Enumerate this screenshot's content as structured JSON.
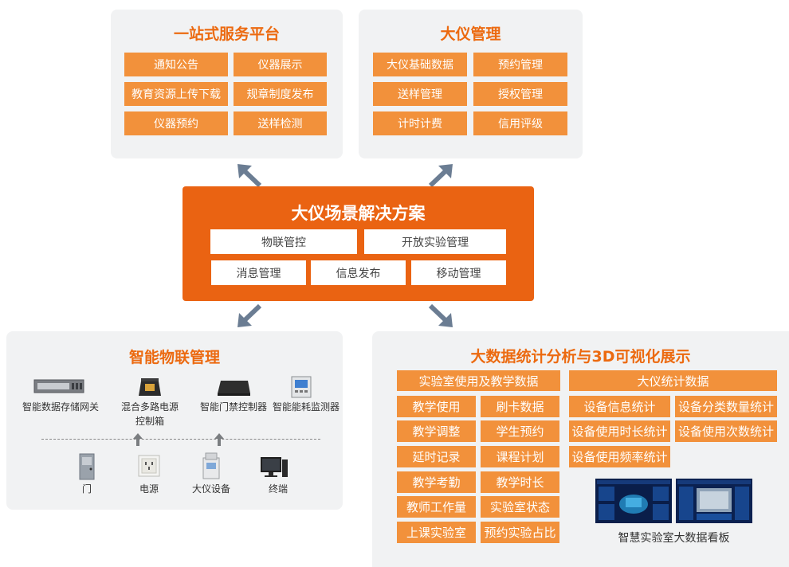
{
  "platform": {
    "title": "一站式服务平台",
    "items": [
      "通知公告",
      "仪器展示",
      "教育资源上传下载",
      "规章制度发布",
      "仪器预约",
      "送样检测"
    ]
  },
  "instrument_mgmt": {
    "title": "大仪管理",
    "items": [
      "大仪基础数据",
      "预约管理",
      "送样管理",
      "授权管理",
      "计时计费",
      "信用评级"
    ]
  },
  "solution": {
    "title": "大仪场景解决方案",
    "row1": [
      "物联管控",
      "开放实验管理"
    ],
    "row2": [
      "消息管理",
      "信息发布",
      "移动管理"
    ]
  },
  "iot": {
    "title": "智能物联管理",
    "devices": [
      "智能数据存储网关",
      "混合多路电源\n控制箱",
      "智能门禁控制器",
      "智能能耗监测器"
    ],
    "endpoints": [
      "门",
      "电源",
      "大仪设备",
      "终端"
    ]
  },
  "bigdata": {
    "title": "大数据统计分析与3D可视化展示",
    "left_header": "实验室使用及教学数据",
    "left_items": [
      "教学使用",
      "刷卡数据",
      "教学调整",
      "学生预约",
      "延时记录",
      "课程计划",
      "教学考勤",
      "教学时长",
      "教师工作量",
      "实验室状态",
      "上课实验室",
      "预约实验占比"
    ],
    "right_header": "大仪统计数据",
    "right_items": [
      "设备信息统计",
      "设备分类数量统计",
      "设备使用时长统计",
      "设备使用次数统计",
      "设备使用频率统计"
    ],
    "dashboard_caption": "智慧实验室大数据看板"
  },
  "colors": {
    "accent": "#ea6312",
    "box": "#f2913b",
    "panel": "#f1f2f3",
    "arrow": "#6b7d93"
  }
}
